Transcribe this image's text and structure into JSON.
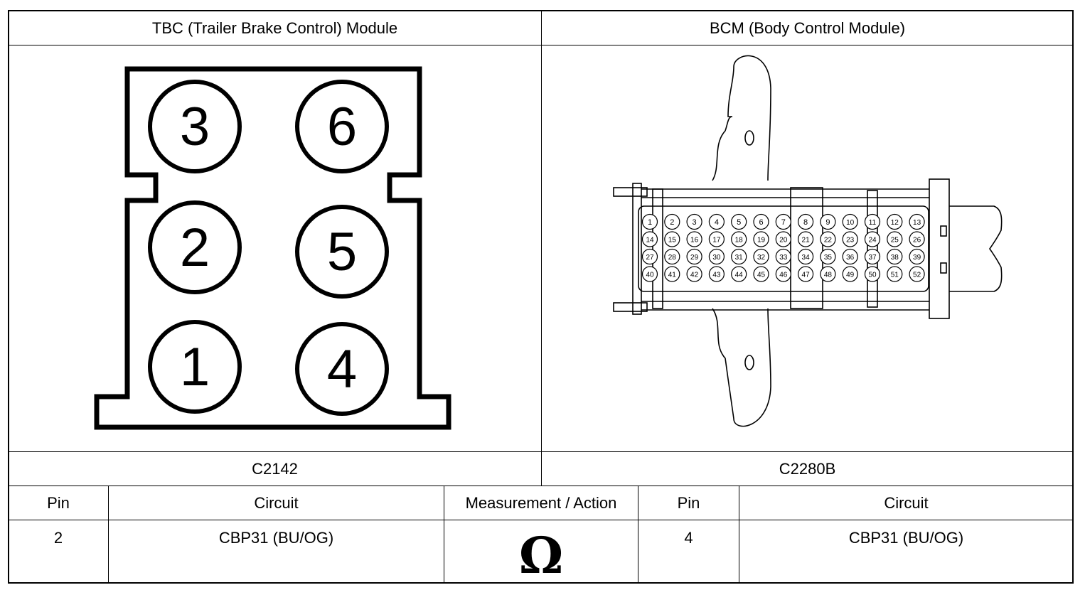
{
  "left_module": {
    "title": "TBC (Trailer Brake Control) Module",
    "connector_id": "C2142",
    "pins": [
      "3",
      "6",
      "2",
      "5",
      "1",
      "4"
    ]
  },
  "right_module": {
    "title": "BCM (Body Control Module)",
    "connector_id": "C2280B",
    "pin_rows": [
      [
        "1",
        "2",
        "3",
        "4",
        "5",
        "6",
        "7",
        "8",
        "9",
        "10",
        "11",
        "12",
        "13"
      ],
      [
        "14",
        "15",
        "16",
        "17",
        "18",
        "19",
        "20",
        "21",
        "22",
        "23",
        "24",
        "25",
        "26"
      ],
      [
        "27",
        "28",
        "29",
        "30",
        "31",
        "32",
        "33",
        "34",
        "35",
        "36",
        "37",
        "38",
        "39"
      ],
      [
        "40",
        "41",
        "42",
        "43",
        "44",
        "45",
        "46",
        "47",
        "48",
        "49",
        "50",
        "51",
        "52"
      ]
    ]
  },
  "table": {
    "headers": [
      "Pin",
      "Circuit",
      "Measurement / Action",
      "Pin",
      "Circuit"
    ],
    "row": {
      "left_pin": "2",
      "left_circuit": "CBP31 (BU/OG)",
      "measurement_symbol": "Ω",
      "right_pin": "4",
      "right_circuit": "CBP31 (BU/OG)"
    }
  }
}
